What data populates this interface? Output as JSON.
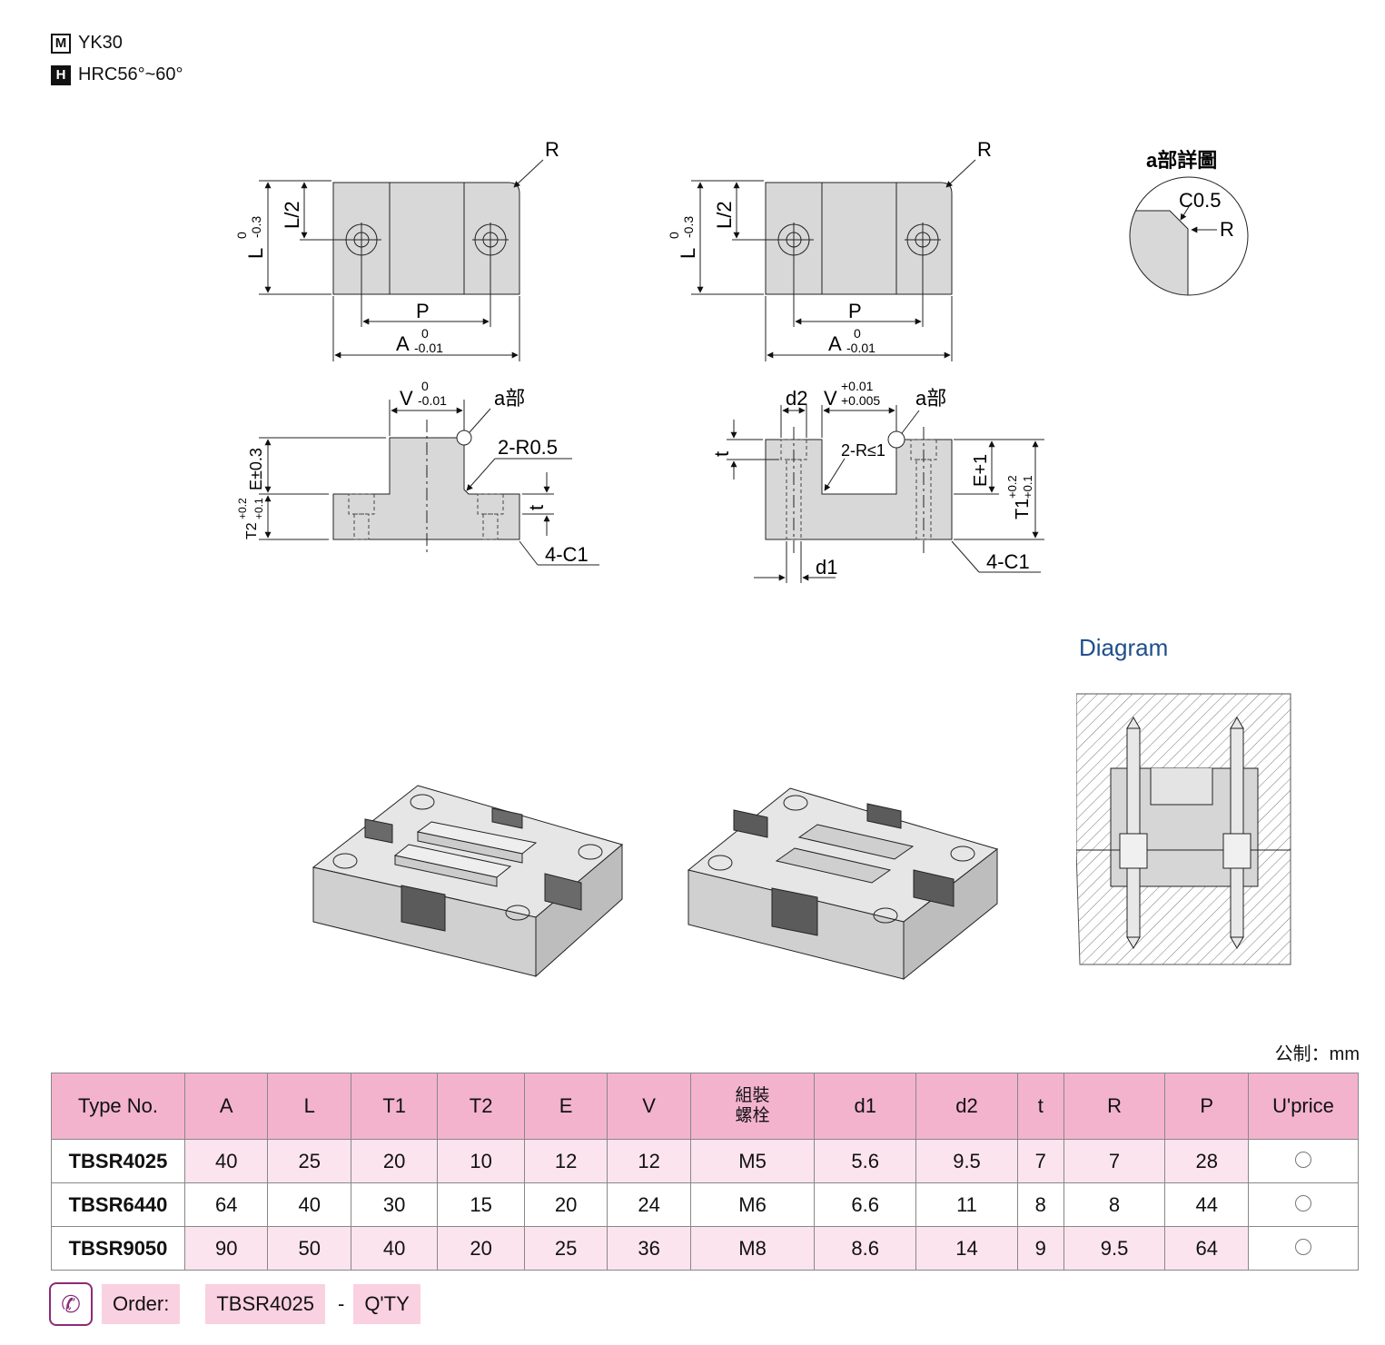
{
  "specs": [
    {
      "letter": "M",
      "text": "YK30"
    },
    {
      "letter": "H",
      "text": "HRC56°~60°"
    }
  ],
  "drawing_labels": {
    "R": "R",
    "L_half": "L/2",
    "L": "L",
    "L_tol_upper": "0",
    "L_tol_lower": "-0.3",
    "P": "P",
    "A": "A",
    "A_tol_upper": "0",
    "A_tol_lower": "-0.01",
    "V": "V",
    "V1_tol_upper": "0",
    "V1_tol_lower": "-0.01",
    "V2_tol_upper": "+0.01",
    "V2_tol_lower": "+0.005",
    "a_part": "a部",
    "r05": "2-R0.5",
    "r1": "2-R≤1",
    "e_tol": "E±0.3",
    "e_plus": "E+1",
    "t2": "T2",
    "t2_tol_upper": "+0.2",
    "t2_tol_lower": "+0.1",
    "t1": "T1",
    "t1_tol_upper": "+0.2",
    "t1_tol_lower": "+0.1",
    "t": "t",
    "c1": "4-C1",
    "d1": "d1",
    "d2": "d2",
    "detail_title": "a部詳圖",
    "c05": "C0.5"
  },
  "diagram_title": "Diagram",
  "unit_label": "公制：mm",
  "table": {
    "headers": [
      "Type No.",
      "A",
      "L",
      "T1",
      "T2",
      "E",
      "V",
      "組裝\n螺栓",
      "d1",
      "d2",
      "t",
      "R",
      "P",
      "U'price"
    ],
    "rows": [
      [
        "TBSR4025",
        "40",
        "25",
        "20",
        "10",
        "12",
        "12",
        "M5",
        "5.6",
        "9.5",
        "7",
        "7",
        "28"
      ],
      [
        "TBSR6440",
        "64",
        "40",
        "30",
        "15",
        "20",
        "24",
        "M6",
        "6.6",
        "11",
        "8",
        "8",
        "44"
      ],
      [
        "TBSR9050",
        "90",
        "50",
        "40",
        "20",
        "25",
        "36",
        "M8",
        "8.6",
        "14",
        "9",
        "9.5",
        "64"
      ]
    ]
  },
  "order": {
    "label": "Order:",
    "example": "TBSR4025",
    "separator": "-",
    "qty": "Q'TY"
  }
}
